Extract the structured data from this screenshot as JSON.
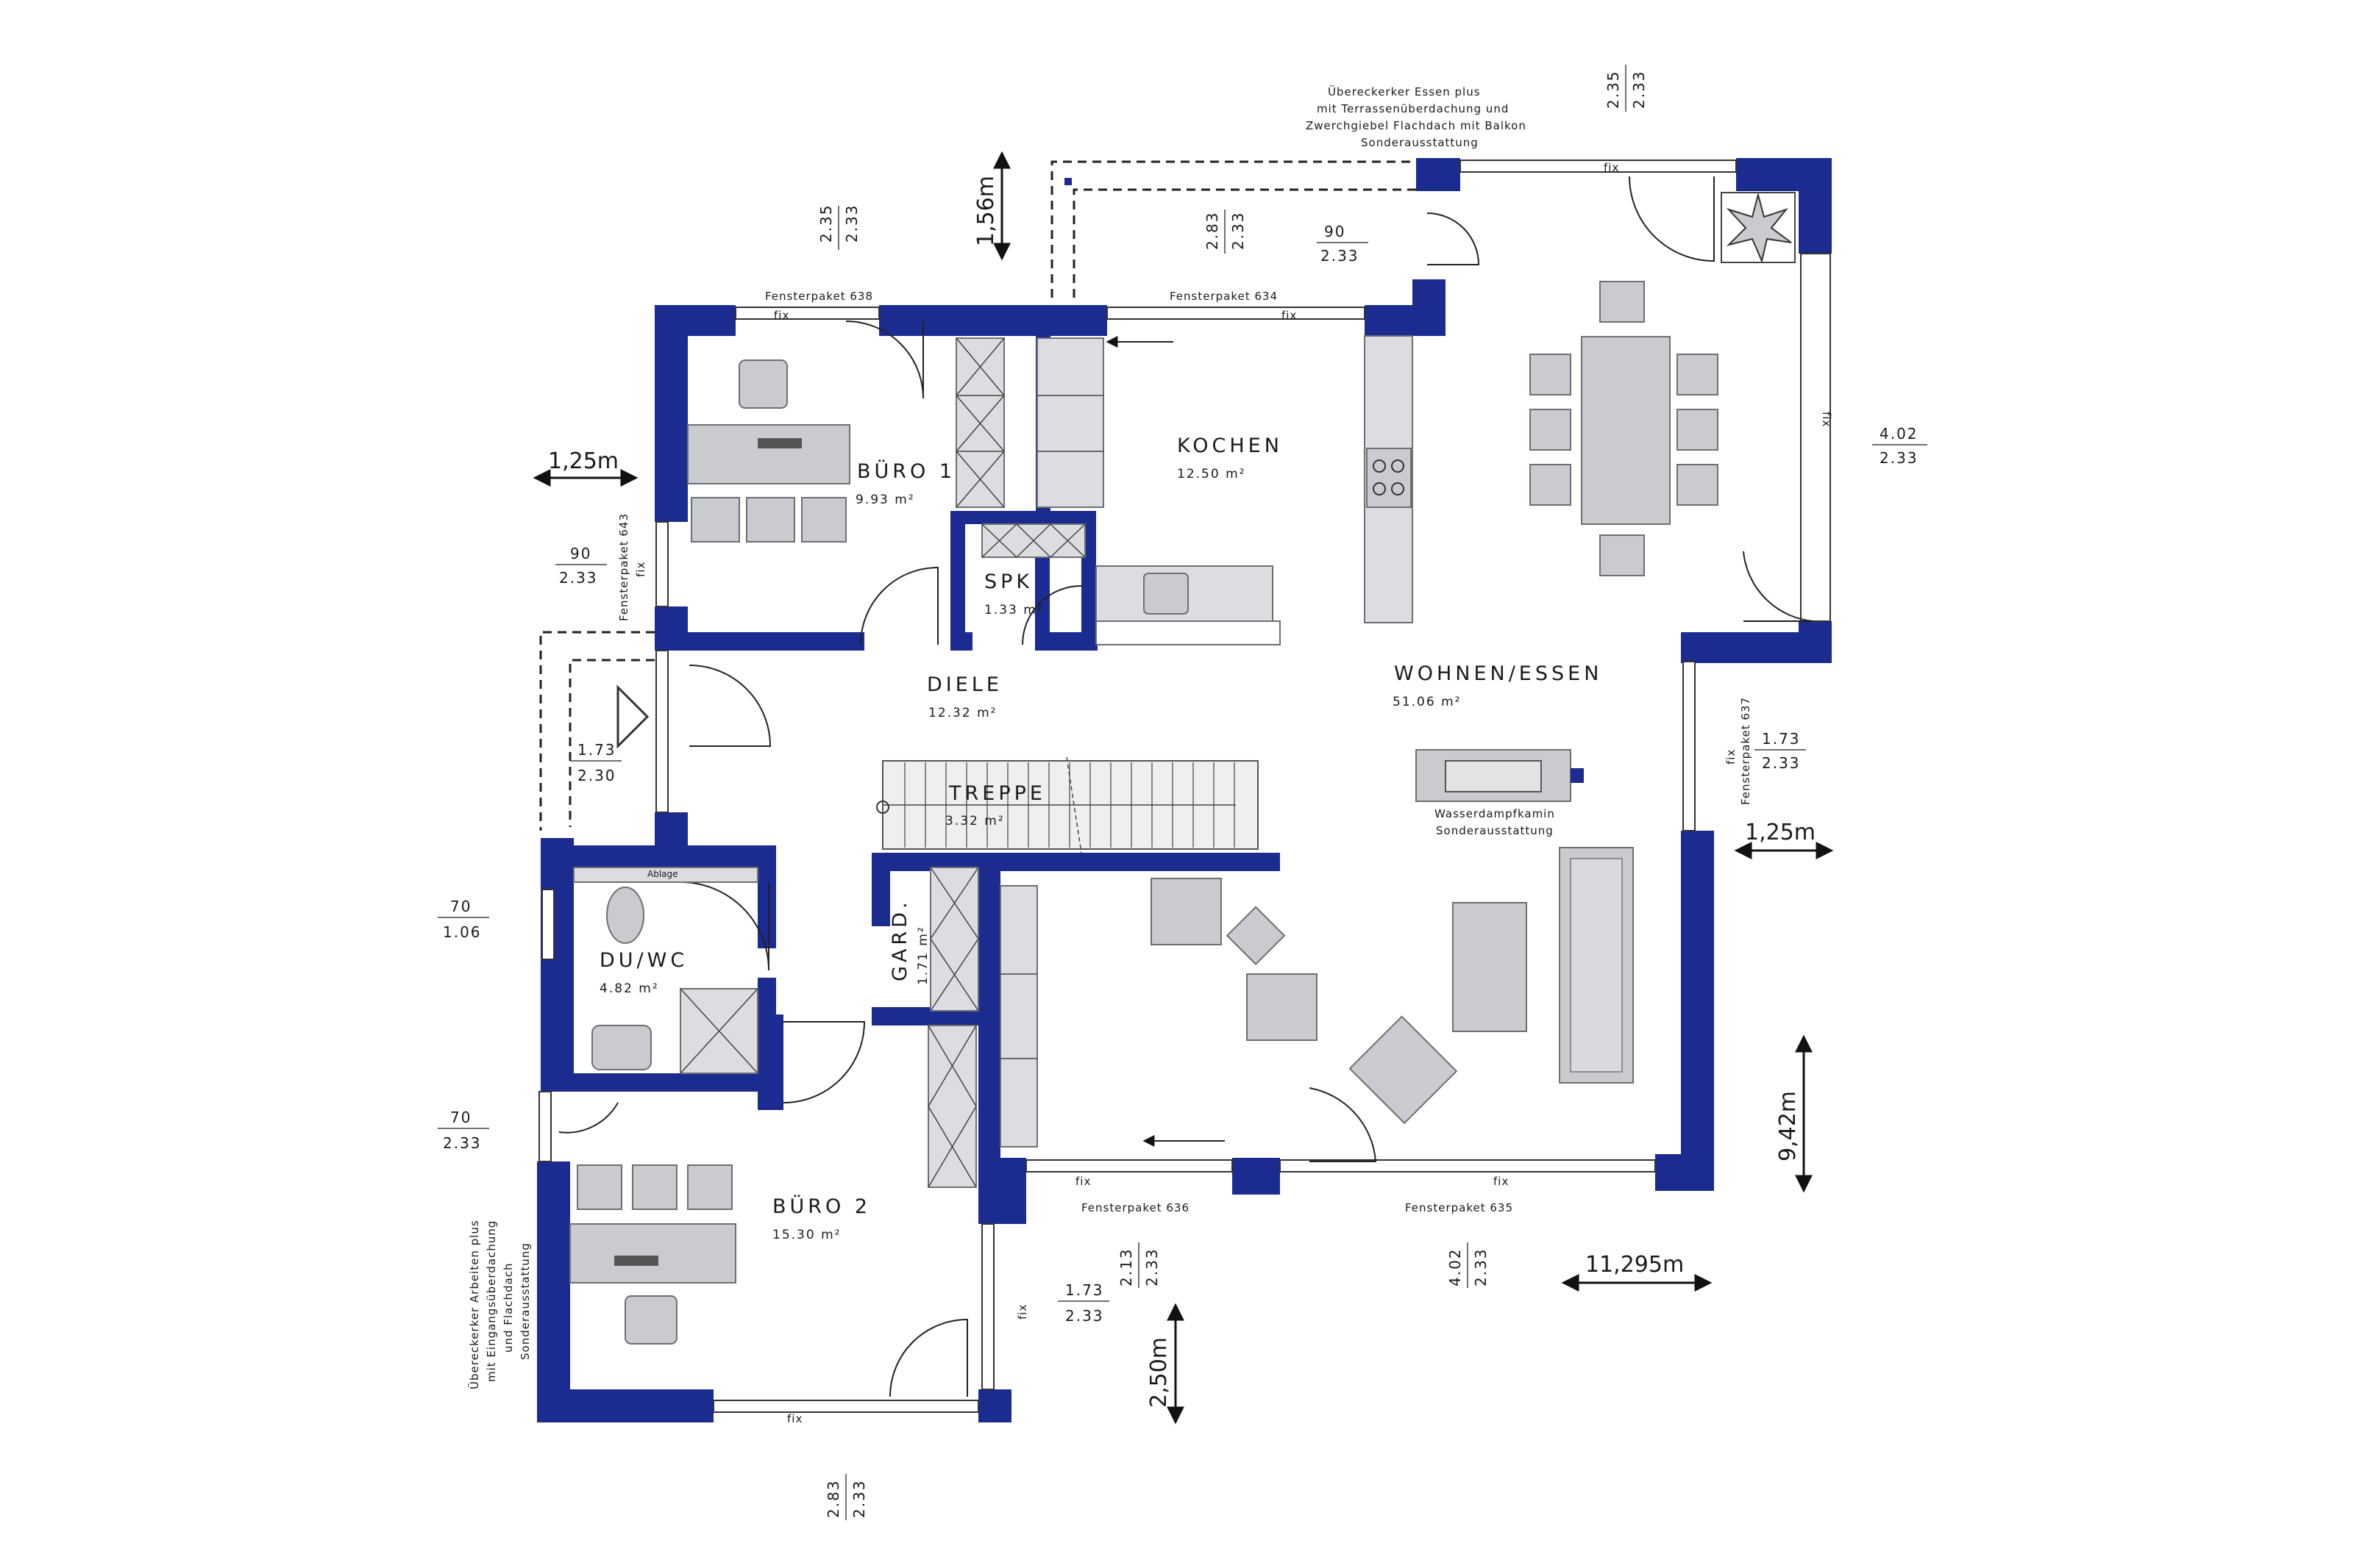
{
  "rooms": {
    "buero1": {
      "name": "BÜRO 1",
      "area": "9.93 m²"
    },
    "kochen": {
      "name": "KOCHEN",
      "area": "12.50 m²"
    },
    "spk": {
      "name": "SPK",
      "area": "1.33 m²"
    },
    "diele": {
      "name": "DIELE",
      "area": "12.32 m²"
    },
    "wohnen": {
      "name": "WOHNEN/ESSEN",
      "area": "51.06 m²"
    },
    "treppe": {
      "name": "TREPPE",
      "area": "3.32 m²"
    },
    "gard": {
      "name": "GARD.",
      "area": "1.71 m²"
    },
    "duwc": {
      "name": "DU/WC",
      "area": "4.82 m²"
    },
    "buero2": {
      "name": "BÜRO 2",
      "area": "15.30 m²"
    }
  },
  "labels": {
    "wasserdampf_1": "Wasserdampfkamin",
    "wasserdampf_2": "Sonderausstattung",
    "ablage": "Ablage",
    "top_note_1": "Übereckerker Essen plus",
    "top_note_2": "mit Terrassenüberdachung und",
    "top_note_3": "Zwerchgiebel Flachdach mit Balkon",
    "top_note_4": "Sonderausstattung",
    "left_note_1": "Übereckerker Arbeiten plus",
    "left_note_2": "mit Eingangsüberdachung",
    "left_note_3": "und Flachdach",
    "left_note_4": "Sonderausstattung"
  },
  "windows": {
    "fp638": "Fensterpaket 638",
    "fp634": "Fensterpaket 634",
    "fp643": "Fensterpaket 643",
    "fp637": "Fensterpaket 637",
    "fp636": "Fensterpaket 636",
    "fp635": "Fensterpaket 635",
    "fix": "fix"
  },
  "dimensions": {
    "d_235_233_left": {
      "top": "2.35",
      "bottom": "2.33"
    },
    "d_283_233_top": {
      "top": "2.83",
      "bottom": "2.33"
    },
    "d_90_233_top": {
      "top": "90",
      "bottom": "2.33"
    },
    "d_235_233_right": {
      "top": "2.35",
      "bottom": "2.33"
    },
    "d_402_233_right": {
      "top": "4.02",
      "bottom": "2.33"
    },
    "d_90_233_left": {
      "top": "90",
      "bottom": "2.33"
    },
    "d_173_230": {
      "top": "1.73",
      "bottom": "2.30"
    },
    "d_173_233_right": {
      "top": "1.73",
      "bottom": "2.33"
    },
    "d_70_106": {
      "top": "70",
      "bottom": "1.06"
    },
    "d_70_233": {
      "top": "70",
      "bottom": "2.33"
    },
    "d_213_233": {
      "top": "2.13",
      "bottom": "2.33"
    },
    "d_173_233_bottom": {
      "top": "1.73",
      "bottom": "2.33"
    },
    "d_402_233_bottom": {
      "top": "4.02",
      "bottom": "2.33"
    },
    "d_283_233_bottom": {
      "top": "2.83",
      "bottom": "2.33"
    }
  },
  "measures": {
    "m156": "1,56m",
    "m125_left": "1,25m",
    "m125_right": "1,25m",
    "m942": "9,42m",
    "m250": "2,50m",
    "m11295": "11,295m"
  },
  "colors": {
    "wall": "#1b2b8f",
    "furniture": "#c9cbce"
  }
}
